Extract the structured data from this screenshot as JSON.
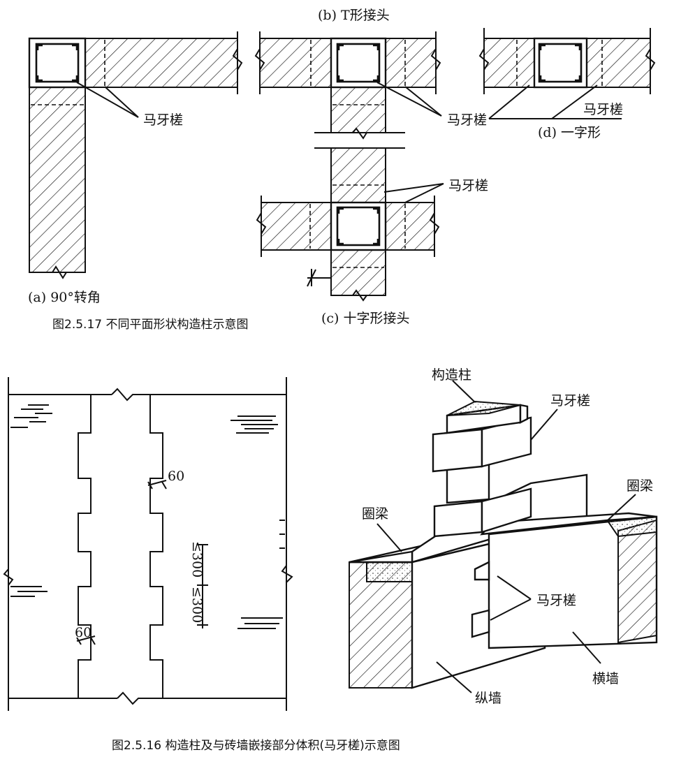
{
  "fig17": {
    "label_b": "(b)  T形接头",
    "label_a": "(a)  90°转角",
    "label_c": "(c)  十字形接头",
    "label_d": "(d)  一字形",
    "caption": "图2.5.17   不同平面形状构造柱示意图",
    "maya": "马牙槎"
  },
  "fig16": {
    "dim_60": "60",
    "dim_300_a": "≤300",
    "dim_300_b": "≤300",
    "gouzaozhu": "构造柱",
    "maya": "马牙槎",
    "quanliang": "圈梁",
    "zongqiang": "纵墙",
    "hengqiang": "横墙",
    "caption": "图2.5.16    构造柱及与砖墙嵌接部分体积(马牙槎)示意图"
  },
  "colors": {
    "ink": "#111111",
    "background": "#ffffff"
  }
}
